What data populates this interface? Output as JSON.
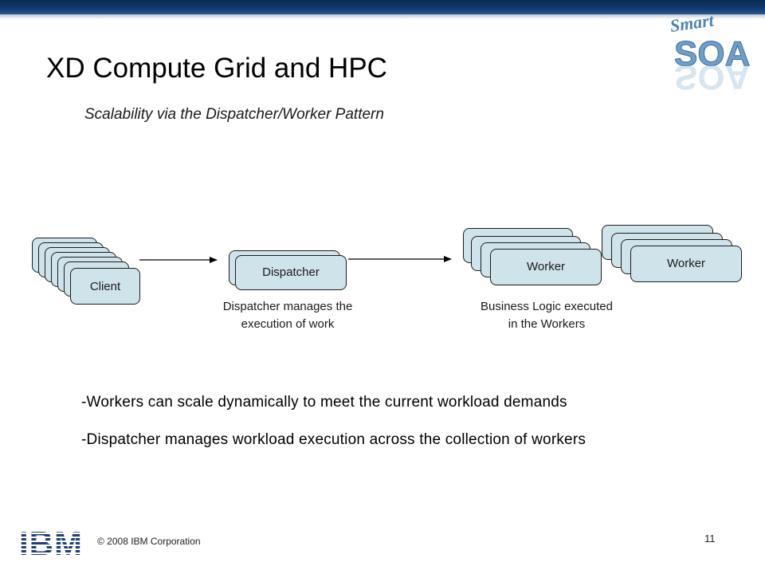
{
  "slide": {
    "title": "XD Compute Grid and HPC",
    "subtitle": "Scalability via the Dispatcher/Worker Pattern",
    "page_number": "11",
    "copyright": "© 2008 IBM Corporation"
  },
  "brand": {
    "smart_text": "Smart",
    "soa_text": "SOA",
    "ibm_text": "IBM",
    "colors": {
      "top_bar": "#0a2a55",
      "box_fill": "#cfe3ea",
      "box_border": "#1c1c1c",
      "soa_blue": "#6f9fc7"
    }
  },
  "diagram": {
    "client_label": "Client",
    "dispatcher_label": "Dispatcher",
    "worker_label_1": "Worker",
    "worker_label_2": "Worker",
    "dispatcher_caption_line1": "Dispatcher manages the",
    "dispatcher_caption_line2": "execution of work",
    "workers_caption_line1": "Business Logic executed",
    "workers_caption_line2": "in the Workers"
  },
  "bullets": [
    "-Workers can scale dynamically to meet the current workload demands",
    "-Dispatcher manages workload execution across the collection of workers"
  ]
}
